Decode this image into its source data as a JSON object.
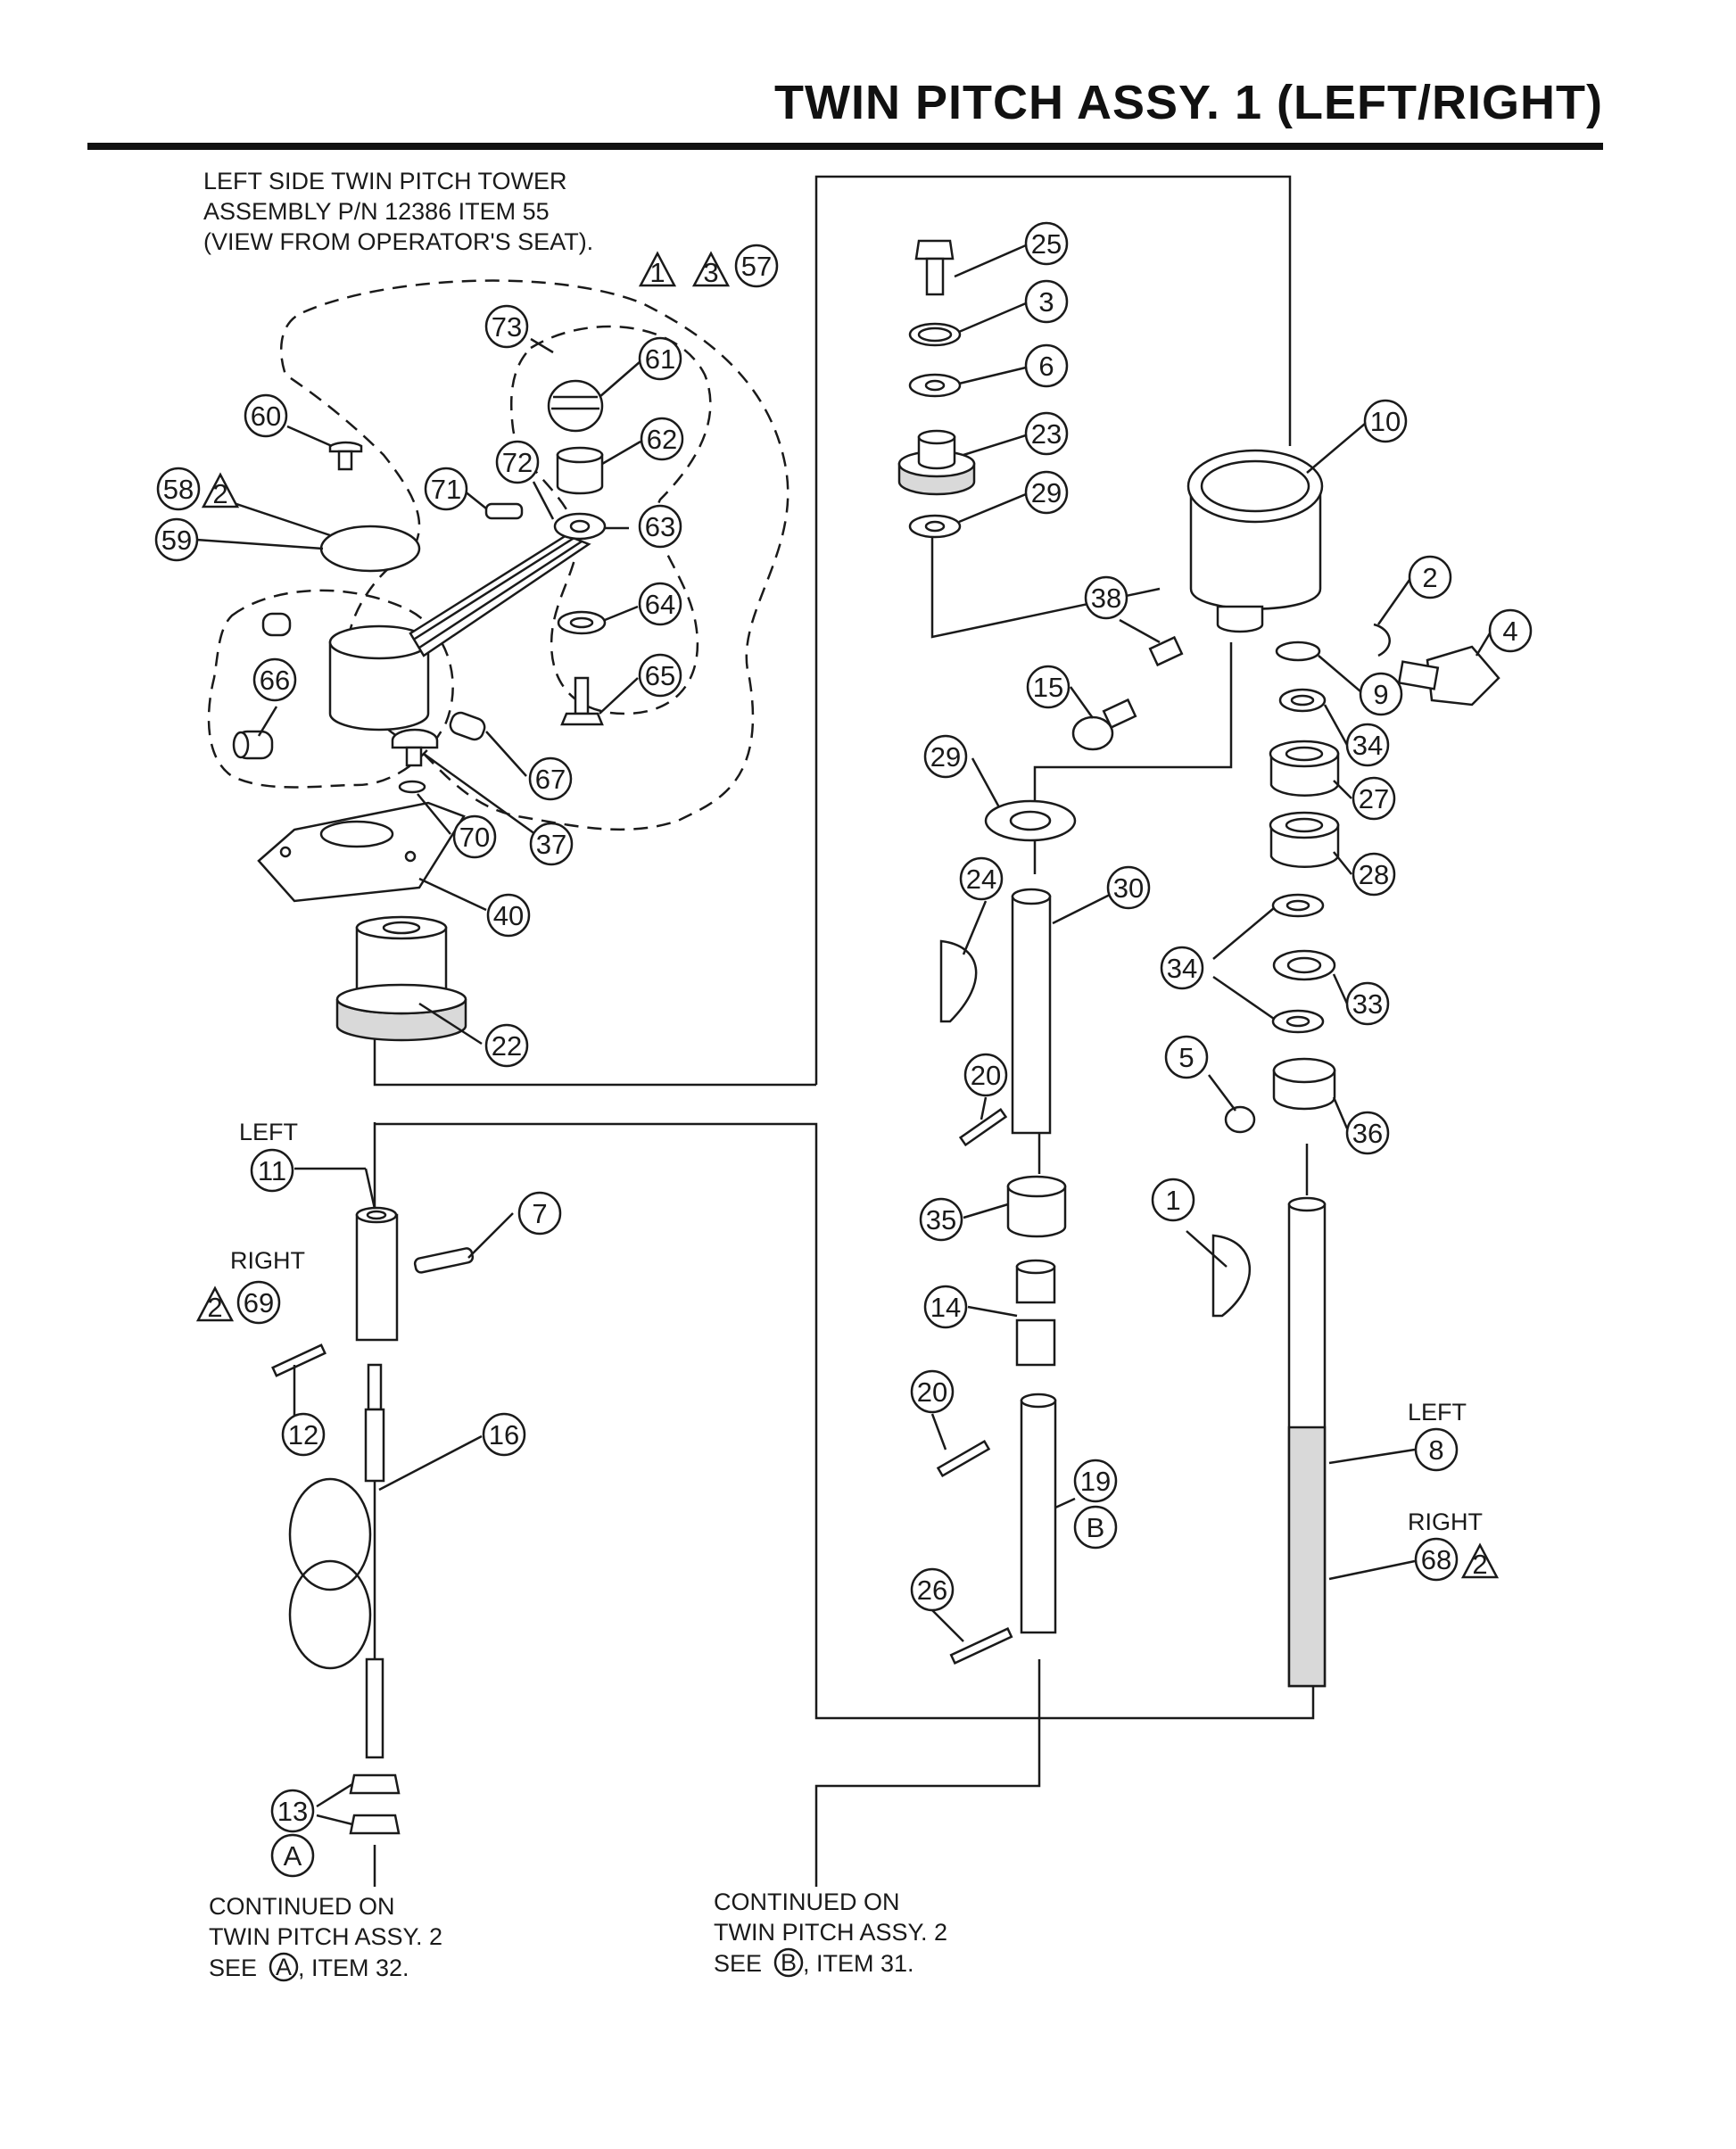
{
  "page": {
    "title": "TWIN PITCH ASSY. 1 (LEFT/RIGHT)"
  },
  "notes": {
    "tower": [
      "LEFT SIDE TWIN PITCH TOWER",
      "ASSEMBLY P/N 12386 ITEM 55",
      "(VIEW FROM OPERATOR'S SEAT)."
    ],
    "continued_a": [
      "CONTINUED ON",
      "TWIN PITCH ASSY. 2",
      "SEE ",
      ", ITEM 32."
    ],
    "continued_b": [
      "CONTINUED ON",
      "TWIN PITCH ASSY. 2",
      "SEE ",
      ", ITEM 31."
    ]
  },
  "side_labels": {
    "left_11": "LEFT",
    "right_69": "RIGHT",
    "left_8": "LEFT",
    "right_68": "RIGHT"
  },
  "ref_letters": {
    "a": "A",
    "b": "B"
  },
  "callouts": {
    "c1": "1",
    "c2": "2",
    "c3": "3",
    "c4": "4",
    "c5": "5",
    "c6": "6",
    "c7": "7",
    "c8": "8",
    "c9": "9",
    "c10": "10",
    "c11": "11",
    "c12": "12",
    "c13": "13",
    "c14": "14",
    "c15": "15",
    "c16": "16",
    "c19": "19",
    "c20a": "20",
    "c20b": "20",
    "c22": "22",
    "c23": "23",
    "c24": "24",
    "c25": "25",
    "c26": "26",
    "c27": "27",
    "c28": "28",
    "c29a": "29",
    "c29b": "29",
    "c30": "30",
    "c33": "33",
    "c34a": "34",
    "c34b": "34",
    "c35": "35",
    "c36": "36",
    "c37": "37",
    "c38": "38",
    "c40": "40",
    "c57": "57",
    "c58": "58",
    "c59": "59",
    "c60": "60",
    "c61": "61",
    "c62": "62",
    "c63": "63",
    "c64": "64",
    "c65": "65",
    "c66": "66",
    "c67": "67",
    "c68": "68",
    "c69": "69",
    "c70": "70",
    "c71": "71",
    "c72": "72",
    "c73": "73"
  },
  "note_flags": {
    "n1": "1",
    "n3": "3",
    "n2_58": "2",
    "n2_69": "2",
    "n2_68": "2"
  }
}
